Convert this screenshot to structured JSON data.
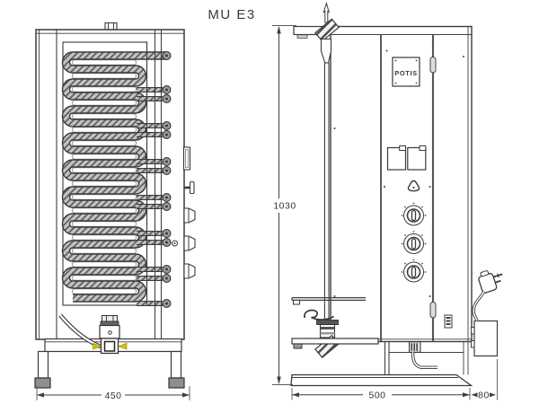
{
  "page": {
    "title": "MU E3"
  },
  "brand_plate": {
    "label": "POTIS"
  },
  "dimensions": {
    "front_width": {
      "value": "450"
    },
    "overall_height": {
      "value": "1030"
    },
    "side_width": {
      "value": "500"
    },
    "junction_box_depth": {
      "value": "80"
    }
  },
  "colors": {
    "line": "#3a3a3a",
    "arrow_yellow": "#d9c300",
    "arrow_yellow_edge": "#8a7a00"
  }
}
